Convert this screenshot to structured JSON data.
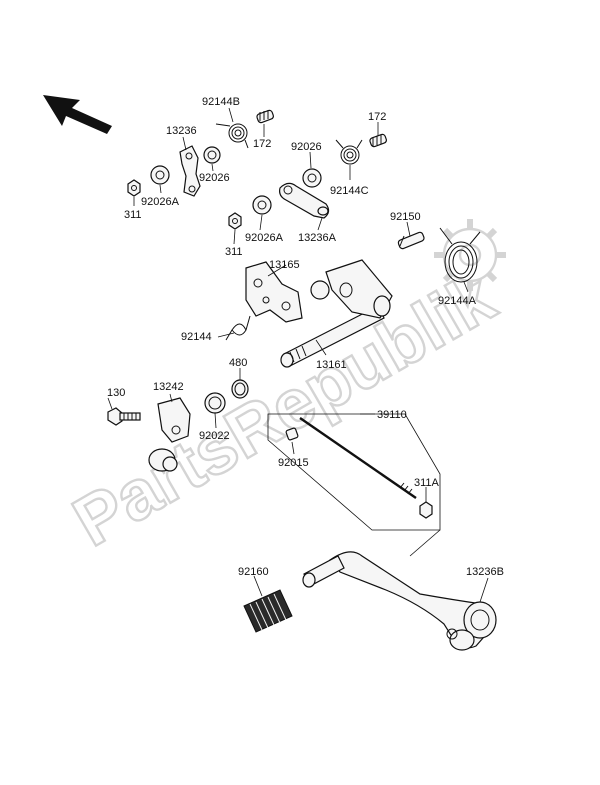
{
  "watermark": "PartsRepublik",
  "icons": {
    "direction_arrow": "front-direction-arrow-icon",
    "gear": "gear-watermark-icon"
  },
  "labels": {
    "p92144B": "92144B",
    "p13236": "13236",
    "p172_a": "172",
    "p172_b": "172",
    "p92026_a": "92026",
    "p92026_b": "92026",
    "p92144C": "92144C",
    "p311_a": "311",
    "p92026A_a": "92026A",
    "p92026A_b": "92026A",
    "p13236A": "13236A",
    "p311_b": "311",
    "p92150": "92150",
    "p13165": "13165",
    "p92144A": "92144A",
    "p92144": "92144",
    "p480": "480",
    "p13161": "13161",
    "p130": "130",
    "p13242": "13242",
    "p92022": "92022",
    "p39110": "39110",
    "p92015": "92015",
    "p311A": "311A",
    "p92160": "92160",
    "p13236B": "13236B"
  }
}
